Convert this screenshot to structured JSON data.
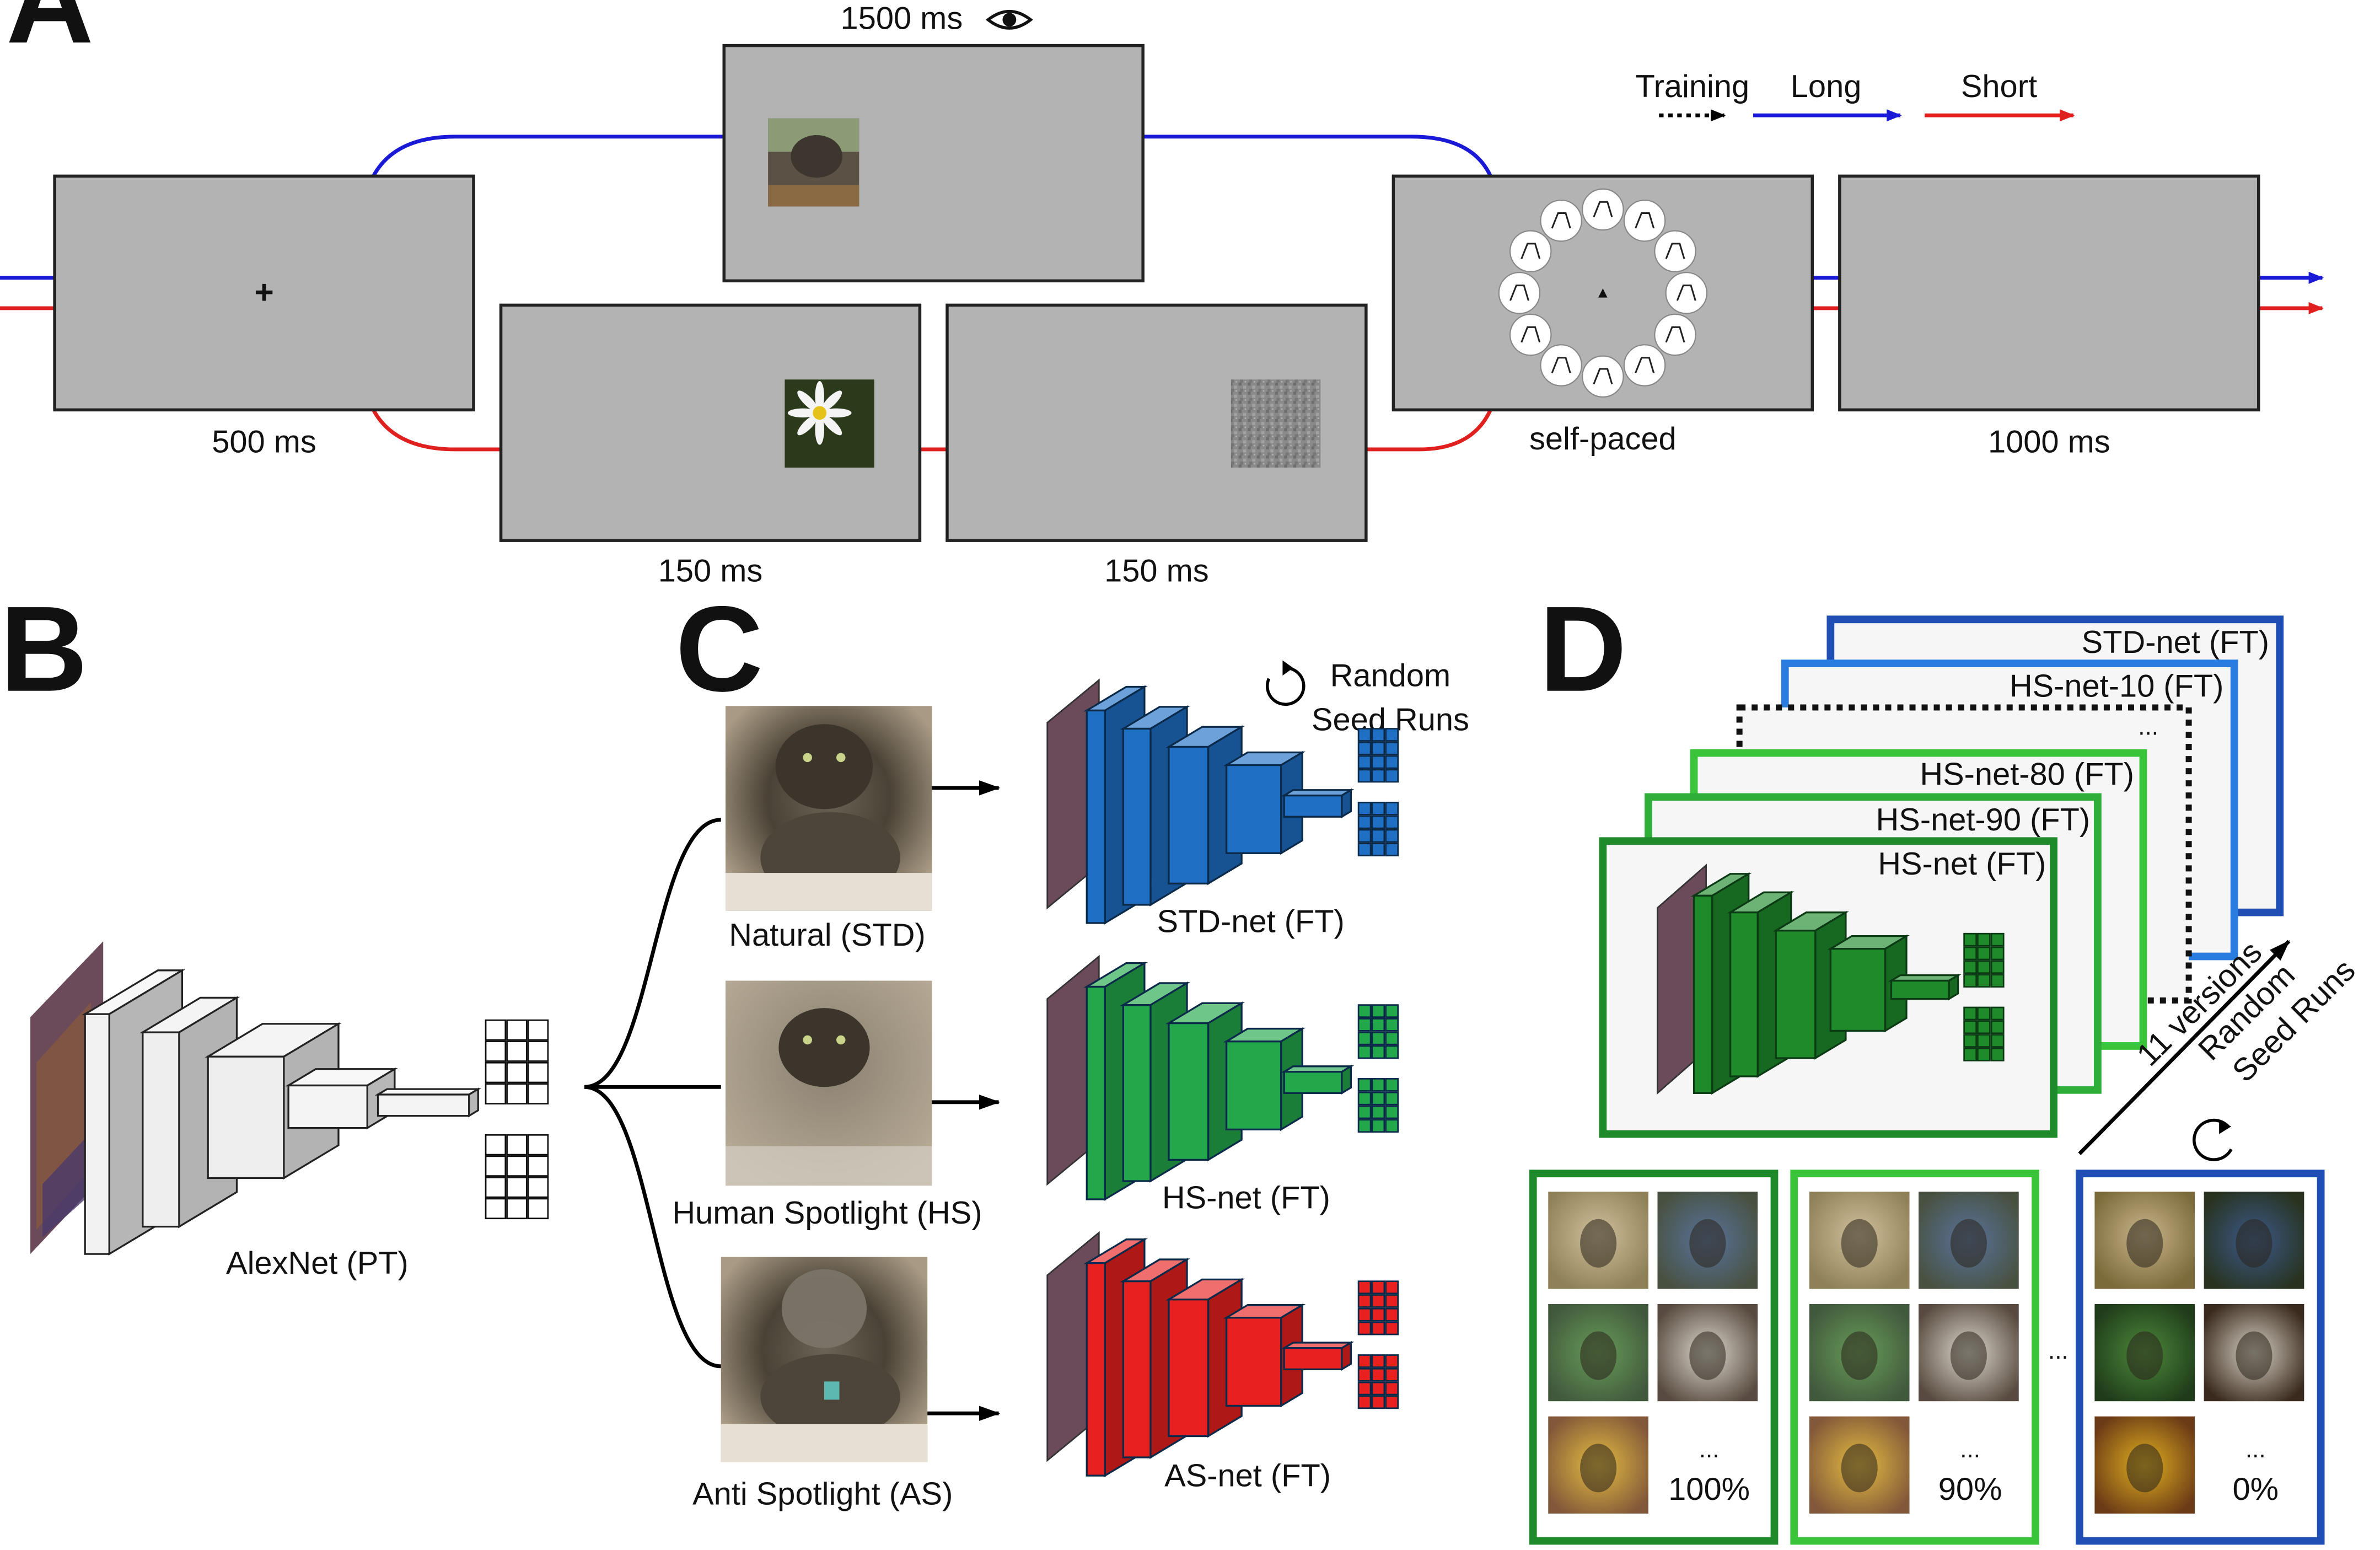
{
  "panels": {
    "a": "A",
    "b": "B",
    "c": "C",
    "d": "D"
  },
  "panel_a": {
    "timing": {
      "fixation": "500 ms",
      "long_stimulus": "1500 ms",
      "short_stimulus": "150 ms",
      "mask": "150 ms",
      "response": "self-paced",
      "blank": "1000 ms"
    },
    "fixation_mark": "+",
    "legend": {
      "training": "Training",
      "long": "Long",
      "short": "Short"
    },
    "colors": {
      "long": "#1a1ad6",
      "short": "#e01f1f",
      "screen": "#b3b3b3"
    },
    "response_icons": [
      "cat-icon",
      "bird-icon",
      "fish-icon",
      "snake-icon",
      "car-icon",
      "train-icon",
      "house-icon",
      "bed-icon",
      "flower-icon",
      "ball-icon",
      "person-icon",
      "dog-icon"
    ]
  },
  "panel_b": {
    "net_label": "AlexNet (PT)"
  },
  "panel_c": {
    "random_seed": "Random\nSeed Runs",
    "random_seed_line1": "Random",
    "random_seed_line2": "Seed Runs",
    "images": {
      "std": "Natural (STD)",
      "hs": "Human Spotlight (HS)",
      "as": "Anti Spotlight (AS)"
    },
    "nets": {
      "std": "STD-net (FT)",
      "hs": "HS-net (FT)",
      "as": "AS-net (FT)"
    },
    "colors": {
      "std": "#1f6fc4",
      "hs": "#22a84a",
      "as": "#e8201f"
    }
  },
  "panel_d": {
    "stack": [
      "STD-net (FT)",
      "HS-net-10 (FT)",
      "...",
      "HS-net-80 (FT)",
      "HS-net-90 (FT)",
      "HS-net (FT)"
    ],
    "arrow_text": {
      "line1": "11 versions",
      "line2": "Random",
      "line3": "Seed Runs"
    },
    "groups": {
      "g100": {
        "dots": "...",
        "percent": "100%"
      },
      "g90": {
        "dots": "...",
        "percent": "90%"
      },
      "g0": {
        "dots": "...",
        "percent": "0%"
      },
      "between": "..."
    },
    "colors": {
      "dark_green": "#1e8a2a",
      "light_green": "#39c43a",
      "blue": "#1f4fb4",
      "light_blue": "#2a7de0"
    }
  }
}
